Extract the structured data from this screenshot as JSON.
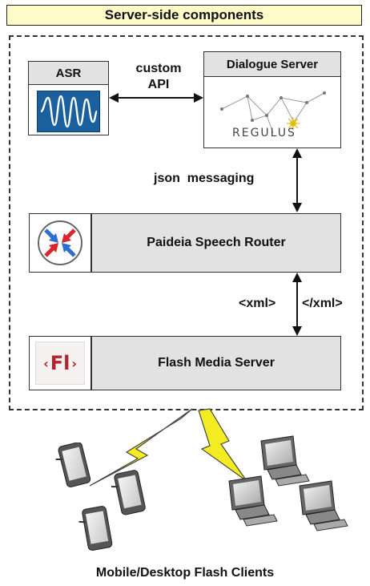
{
  "title": "Server-side components",
  "asr": {
    "label": "ASR"
  },
  "api": {
    "line1": "custom",
    "line2": "API"
  },
  "dialogue": {
    "label": "Dialogue Server",
    "logo_text": "REGULUS"
  },
  "json": {
    "label": "json  messaging"
  },
  "router": {
    "label": "Paideia Speech Router"
  },
  "xml": {
    "open": "<xml>",
    "close": "</xml>"
  },
  "flash": {
    "label": "Flash Media Server",
    "logo_text": "Fl"
  },
  "clients": {
    "label": "Mobile/Desktop Flash Clients"
  },
  "colors": {
    "title_bg": "#fefbc8",
    "component_bg": "#e2e2e2",
    "asr_blue": "#1f6fb3",
    "router_red": "#d8262b",
    "router_blue": "#2a6fd0",
    "flash_red": "#b5232a",
    "lightning": "#f3ec22"
  }
}
